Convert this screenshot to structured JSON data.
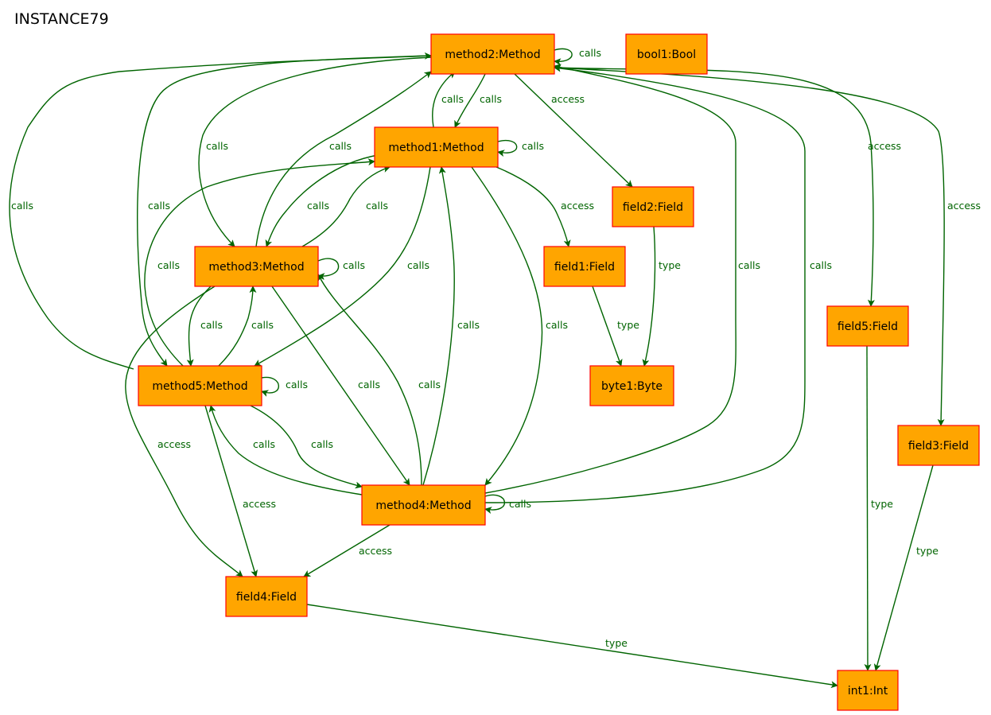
{
  "title": "INSTANCE79",
  "colors": {
    "node_fill": "#ffa500",
    "node_border": "#ff0000",
    "edge": "#006400"
  },
  "nodes": [
    {
      "id": "method2",
      "label": "method2:Method"
    },
    {
      "id": "bool1",
      "label": "bool1:Bool"
    },
    {
      "id": "method1",
      "label": "method1:Method"
    },
    {
      "id": "field2",
      "label": "field2:Field"
    },
    {
      "id": "method3",
      "label": "method3:Method"
    },
    {
      "id": "field1",
      "label": "field1:Field"
    },
    {
      "id": "field5",
      "label": "field5:Field"
    },
    {
      "id": "method5",
      "label": "method5:Method"
    },
    {
      "id": "byte1",
      "label": "byte1:Byte"
    },
    {
      "id": "field3",
      "label": "field3:Field"
    },
    {
      "id": "method4",
      "label": "method4:Method"
    },
    {
      "id": "field4",
      "label": "field4:Field"
    },
    {
      "id": "int1",
      "label": "int1:Int"
    }
  ],
  "edges": [
    {
      "from": "method2",
      "to": "method2",
      "label": "calls"
    },
    {
      "from": "method2",
      "to": "method1",
      "label": "calls"
    },
    {
      "from": "method1",
      "to": "method2",
      "label": "calls"
    },
    {
      "from": "method2",
      "to": "field2",
      "label": "access"
    },
    {
      "from": "method2",
      "to": "field5",
      "label": "access"
    },
    {
      "from": "method2",
      "to": "field3",
      "label": "access"
    },
    {
      "from": "method2",
      "to": "method3",
      "label": "calls"
    },
    {
      "from": "method3",
      "to": "method2",
      "label": "calls"
    },
    {
      "from": "method5",
      "to": "method2",
      "label": "calls"
    },
    {
      "from": "method2",
      "to": "method5",
      "label": "calls"
    },
    {
      "from": "method4",
      "to": "method2",
      "label": "calls"
    },
    {
      "from": "method2",
      "to": "method4",
      "label": "calls"
    },
    {
      "from": "method1",
      "to": "method1",
      "label": "calls"
    },
    {
      "from": "method1",
      "to": "field1",
      "label": "access"
    },
    {
      "from": "method1",
      "to": "method3",
      "label": "calls"
    },
    {
      "from": "method3",
      "to": "method1",
      "label": "calls"
    },
    {
      "from": "method5",
      "to": "method1",
      "label": "calls"
    },
    {
      "from": "method1",
      "to": "method5",
      "label": "calls"
    },
    {
      "from": "method1",
      "to": "method4",
      "label": "calls"
    },
    {
      "from": "method4",
      "to": "method1",
      "label": "calls"
    },
    {
      "from": "field2",
      "to": "byte1",
      "label": "type"
    },
    {
      "from": "field1",
      "to": "byte1",
      "label": "type"
    },
    {
      "from": "method3",
      "to": "method3",
      "label": "calls"
    },
    {
      "from": "method3",
      "to": "method5",
      "label": "calls"
    },
    {
      "from": "method5",
      "to": "method3",
      "label": "calls"
    },
    {
      "from": "method3",
      "to": "method4",
      "label": "calls"
    },
    {
      "from": "method4",
      "to": "method3",
      "label": "calls"
    },
    {
      "from": "method3",
      "to": "field4",
      "label": "access"
    },
    {
      "from": "method5",
      "to": "method5",
      "label": "calls"
    },
    {
      "from": "method5",
      "to": "method4",
      "label": "calls"
    },
    {
      "from": "method4",
      "to": "method5",
      "label": "calls"
    },
    {
      "from": "method5",
      "to": "field4",
      "label": "access"
    },
    {
      "from": "method4",
      "to": "method4",
      "label": "calls"
    },
    {
      "from": "method4",
      "to": "field4",
      "label": "access"
    },
    {
      "from": "field5",
      "to": "int1",
      "label": "type"
    },
    {
      "from": "field3",
      "to": "int1",
      "label": "type"
    },
    {
      "from": "field4",
      "to": "int1",
      "label": "type"
    }
  ]
}
